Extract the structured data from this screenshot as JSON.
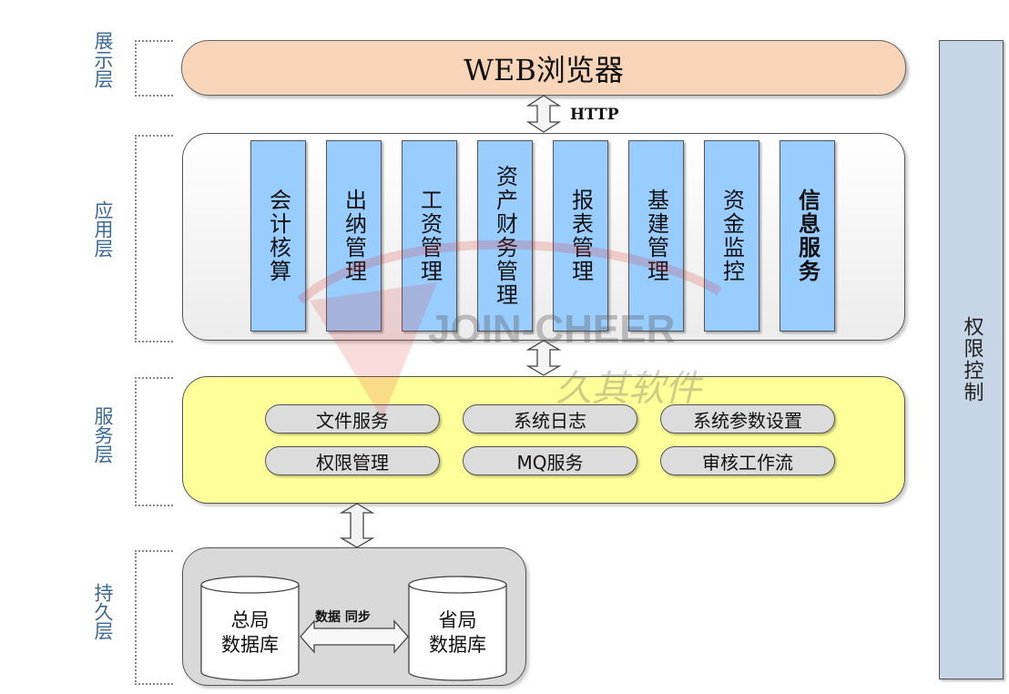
{
  "layers": {
    "presentation": "展示层",
    "application": "应用层",
    "service": "服务层",
    "persistence": "持久层"
  },
  "presentation": {
    "browser_label": "WEB浏览器",
    "protocol_label": "HTTP"
  },
  "application": {
    "modules": [
      {
        "label": "会计核算"
      },
      {
        "label": "出纳管理"
      },
      {
        "label": "工资管理"
      },
      {
        "label": "资产财务管理"
      },
      {
        "label": "报表管理"
      },
      {
        "label": "基建管理"
      },
      {
        "label": "资金监控"
      },
      {
        "label": "信息服务"
      }
    ]
  },
  "service": {
    "items": [
      {
        "label": "文件服务"
      },
      {
        "label": "系统日志"
      },
      {
        "label": "系统参数设置"
      },
      {
        "label": "权限管理"
      },
      {
        "label": "MQ服务"
      },
      {
        "label": "审核工作流"
      }
    ]
  },
  "persistence": {
    "databases": [
      {
        "line1": "总局",
        "line2": "数据库"
      },
      {
        "line1": "省局",
        "line2": "数据库"
      }
    ],
    "sync_label": "数据 同步"
  },
  "cross_cutting": {
    "label": "权限控制"
  },
  "watermark": {
    "brand_en": "JOIN-CHEER",
    "brand_cn": "久其软件"
  },
  "colors": {
    "browser_fill": "#f8d5b8",
    "module_fill": "#99ccff",
    "service_panel_fill": "#ffff99",
    "service_item_fill": "#dcdcdc",
    "persistence_fill": "#d9d9d9",
    "auth_rail_fill": "#c6d6e6",
    "layer_label_color": "#3b6a99"
  }
}
